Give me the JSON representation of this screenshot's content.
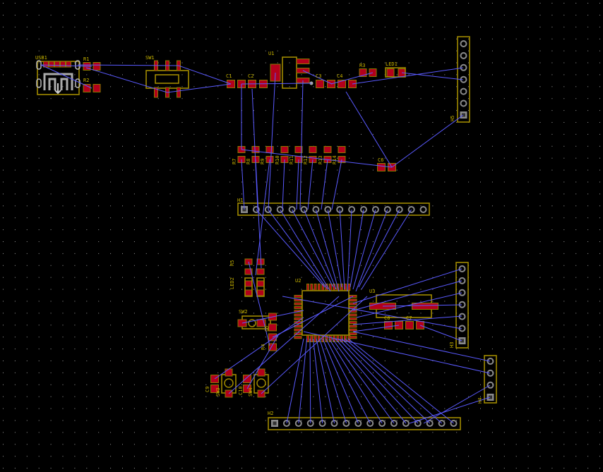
{
  "board": {
    "colors": {
      "background": "#000000",
      "pad": "#b3001b",
      "silkscreen": "#c8b400",
      "ratsnest": "#5a5aff",
      "grid": "#9a9a9a"
    },
    "labels": {
      "usb1": "USB1",
      "r1": "R1",
      "r2": "R2",
      "sw1": "SW1",
      "c1": "C1",
      "c2": "C2",
      "u1": "U1",
      "c3": "C3",
      "c4": "C4",
      "r3": "R3",
      "led1": "LED1",
      "h5": "H5",
      "r7": "R7",
      "r8": "R8",
      "r9": "R9",
      "r10": "R10",
      "r11": "R11",
      "r12": "R12",
      "r13": "R13",
      "r14": "R14",
      "c6": "C6",
      "h1": "H1",
      "r5": "R5",
      "led2": "LED2",
      "u2": "U2",
      "u3": "U3",
      "c8": "C8",
      "c7": "C7",
      "h3": "H3",
      "sw2": "SW2",
      "c5": "C5",
      "r4": "R4",
      "c9": "C9",
      "sw3": "SW3",
      "c10": "C10",
      "sw4": "SW4",
      "h2": "H2",
      "h4": "H4"
    }
  }
}
